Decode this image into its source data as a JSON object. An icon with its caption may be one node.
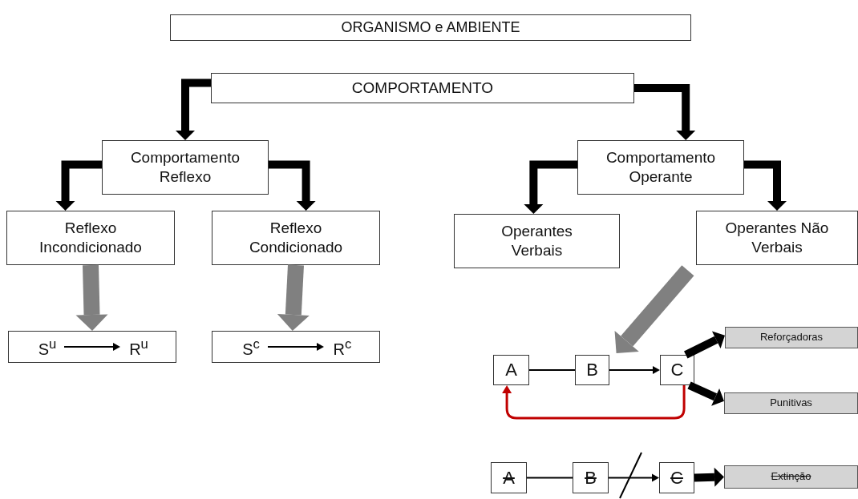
{
  "diagram": {
    "nodes": [
      {
        "text": [
          "ORGANISMO e AMBIENTE"
        ]
      },
      {
        "text": [
          "COMPORTAMENTO"
        ]
      },
      {
        "text": [
          "Comportamento Reflexo"
        ]
      },
      {
        "text": [
          "Comportamento Operante"
        ]
      },
      {
        "text": [
          "Reflexo Incondicionado"
        ]
      },
      {
        "text": [
          "Reflexo Condicionado"
        ]
      },
      {
        "text": [
          "Operantes Verbais"
        ]
      },
      {
        "text": [
          "Operantes Não Verbais"
        ]
      },
      {
        "text": [],
        "shape": "box"
      },
      {
        "text": [
          "S$^{u}$"
        ],
        "in": 8
      },
      {
        "text": [
          "R$^{u}$"
        ],
        "in": 8
      },
      {
        "text": [],
        "shape": "box"
      },
      {
        "text": [
          "S$^{c}$"
        ],
        "in": 11
      },
      {
        "text": [
          "R$^{c}$"
        ],
        "in": 11
      },
      {
        "text": [
          "A"
        ]
      },
      {
        "text": [
          "B"
        ]
      },
      {
        "text": [
          "C"
        ]
      },
      {
        "text": [
          "Reforçadoras"
        ]
      },
      {
        "text": [
          "Punitivas"
        ]
      },
      {
        "text": [
          "A"
        ]
      },
      {
        "text": [
          "B"
        ]
      },
      {
        "text": [
          "C"
        ]
      },
      {
        "text": [
          "Extinção"
        ]
      }
    ],
    "edges": [
      {
        "from": 1,
        "to": 2,
        "arrow": "to"
      },
      {
        "from": 1,
        "to": 3,
        "arrow": "to"
      },
      {
        "from": 2,
        "to": 4,
        "arrow": "to"
      },
      {
        "from": 2,
        "to": 5,
        "arrow": "to"
      },
      {
        "from": 3,
        "to": 6,
        "arrow": "to"
      },
      {
        "from": 3,
        "to": 7,
        "arrow": "to"
      },
      {
        "from": 4,
        "to": 8,
        "arrow": "to",
        "style": "thick",
        "color": "#808080"
      },
      {
        "from": 5,
        "to": 11,
        "arrow": "to",
        "style": "thick",
        "color": "#808080"
      },
      {
        "from": 9,
        "to": 10,
        "arrow": "to"
      },
      {
        "from": 12,
        "to": 13,
        "arrow": "to"
      },
      {
        "from": 7,
        "to": 15,
        "arrow": "to",
        "style": "thick",
        "color": "#808080"
      },
      {
        "from": 14,
        "to": 15,
        "arrow": "none"
      },
      {
        "from": 15,
        "to": 16,
        "arrow": "to"
      },
      {
        "from": 16,
        "to": 17,
        "arrow": "to"
      },
      {
        "from": 16,
        "to": 18,
        "arrow": "to"
      },
      {
        "from": 16,
        "to": 14,
        "arrow": "to",
        "color": "#c00000"
      },
      {
        "from": 19,
        "to": 20,
        "arrow": "none"
      },
      {
        "from": 20,
        "to": 21,
        "arrow": "to"
      },
      {
        "from": 21,
        "to": 22,
        "arrow": "to"
      }
    ]
  }
}
